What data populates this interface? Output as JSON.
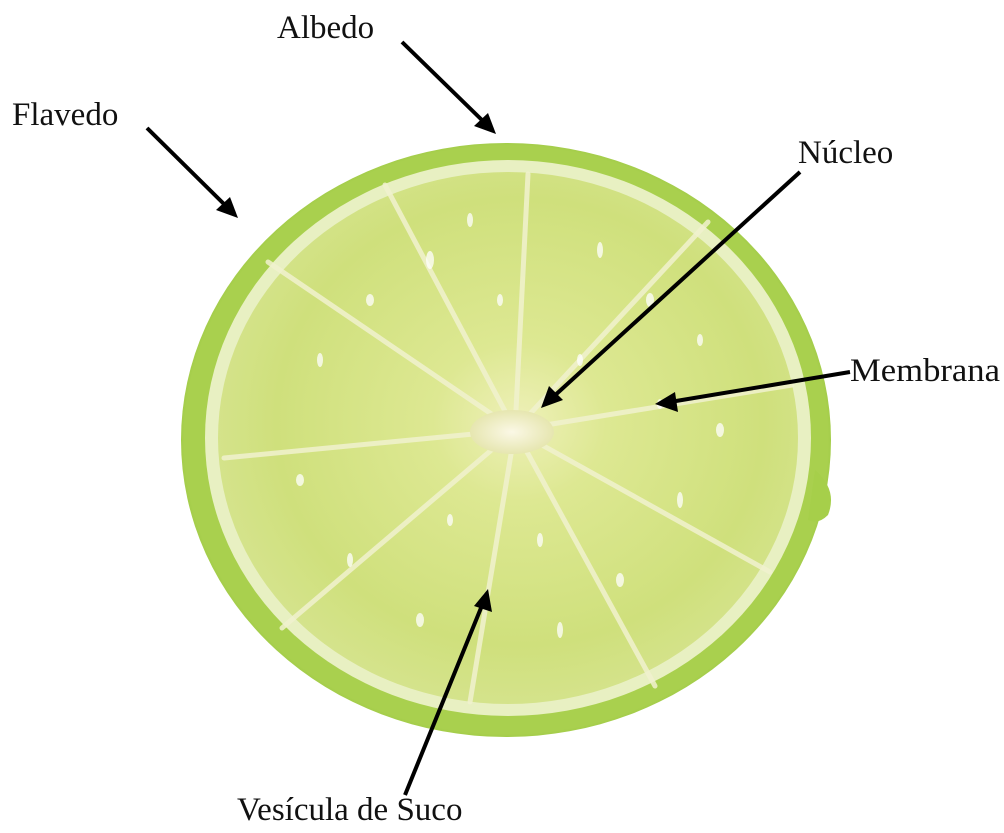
{
  "labels": {
    "albedo": "Albedo",
    "flavedo": "Flavedo",
    "nucleo": "Núcleo",
    "membrana": "Membrana",
    "vesicula": "Vesícula de Suco"
  },
  "colors": {
    "peel_outer": "#7fb72b",
    "peel_inner": "#a6cf4a",
    "albedo": "#e9efc0",
    "flesh_light": "#e2ea95",
    "flesh_mid": "#cfe07a",
    "flesh_dark": "#b9cf5a",
    "core": "#f3f1d6"
  }
}
